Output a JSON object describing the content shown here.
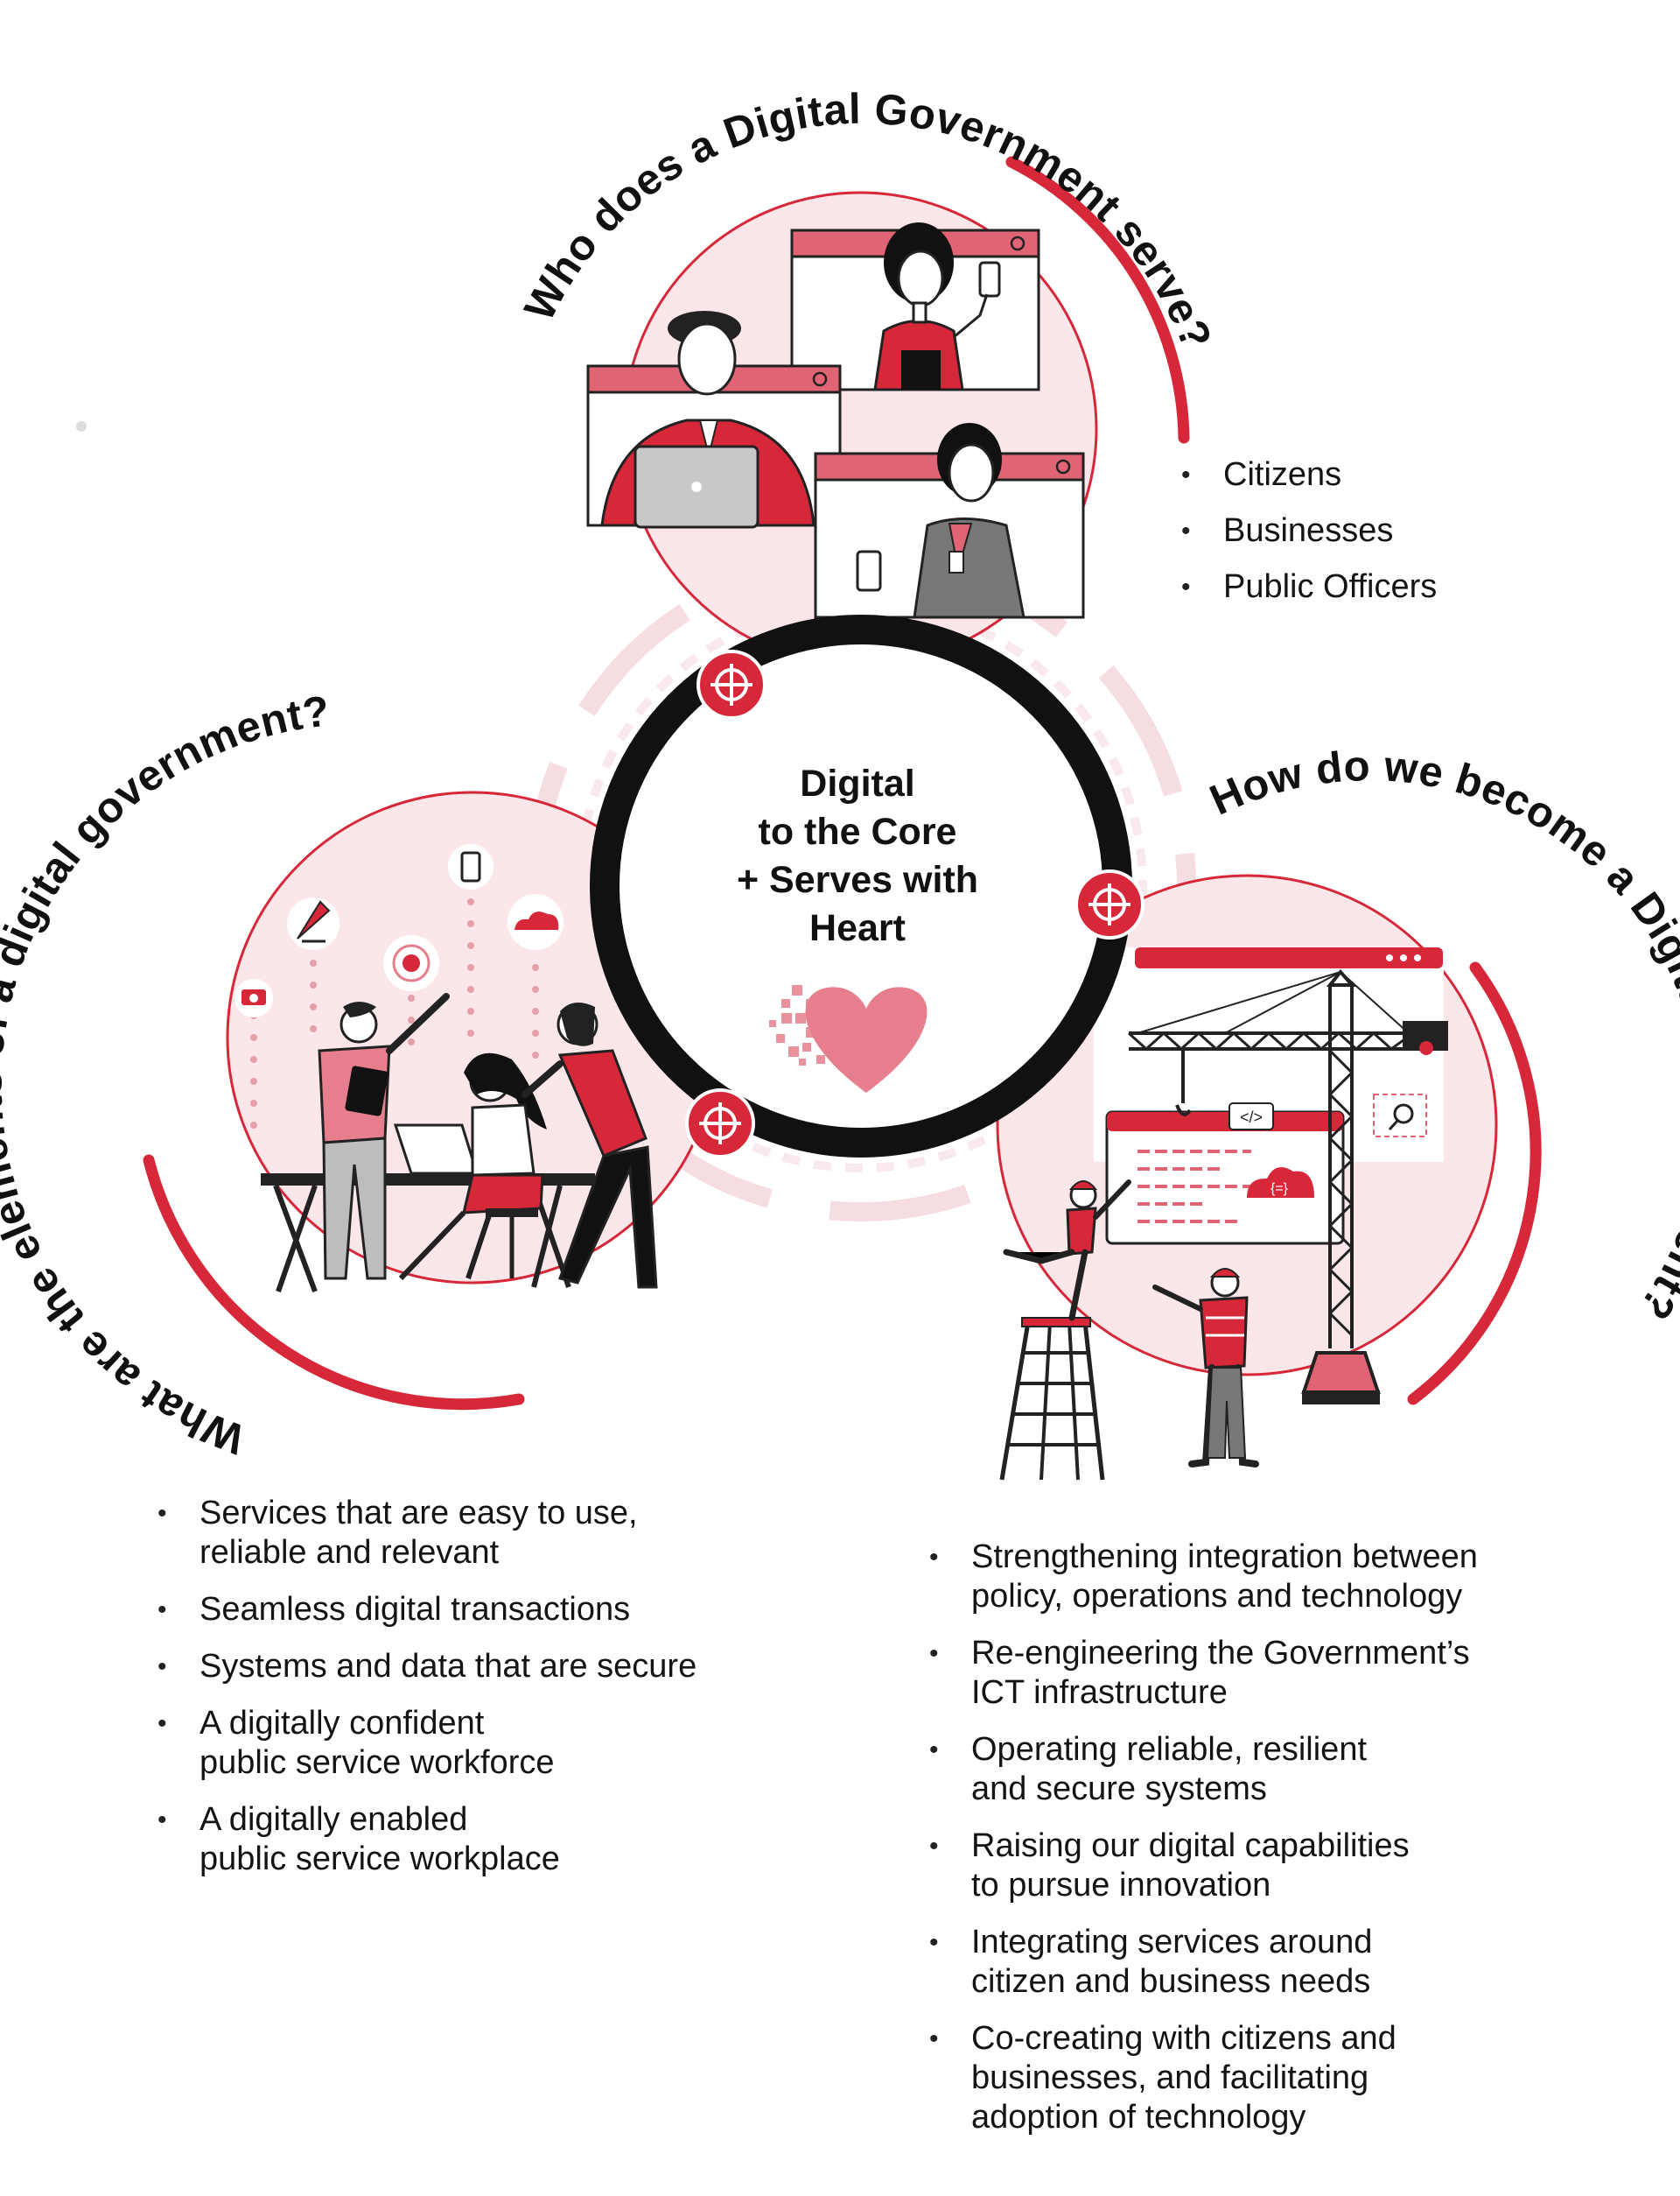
{
  "center": {
    "line1": "Digital",
    "line2": "to the Core",
    "line3": "+ Serves with",
    "line4": "Heart"
  },
  "sections": {
    "serve": {
      "title": "Who does a Digital Government serve?",
      "items": [
        "Citizens",
        "Businesses",
        "Public Officers"
      ]
    },
    "elements": {
      "title": "What are the elements of a digital government?",
      "items": [
        "Services that are easy to use,\nreliable and relevant",
        "Seamless digital transactions",
        "Systems and data that are secure",
        "A digitally confident\npublic service workforce",
        "A digitally enabled\npublic service workplace"
      ]
    },
    "become": {
      "title": "How do we become a Digital Government?",
      "items": [
        "Strengthening integration between\npolicy, operations and technology",
        "Re-engineering the Government’s\nICT infrastructure",
        "Operating reliable, resilient\nand secure systems",
        "Raising our digital capabilities\nto pursue innovation",
        "Integrating services around\ncitizen and business needs",
        "Co-creating with citizens and\nbusinesses, and facilitating\nadoption of technology"
      ]
    }
  },
  "illustration_labels": {
    "code_tag": "</>",
    "cloud_tag": "{=}"
  },
  "colors": {
    "accent_red": "#d7283a",
    "light_pink": "#f9e4e7",
    "pink": "#e77e8e",
    "dark": "#111111"
  },
  "icons": [
    "crosshair-icon",
    "heart-icon",
    "phone-icon",
    "satellite-icon",
    "cloud-icon",
    "touch-icon",
    "camera-icon",
    "search-icon"
  ]
}
